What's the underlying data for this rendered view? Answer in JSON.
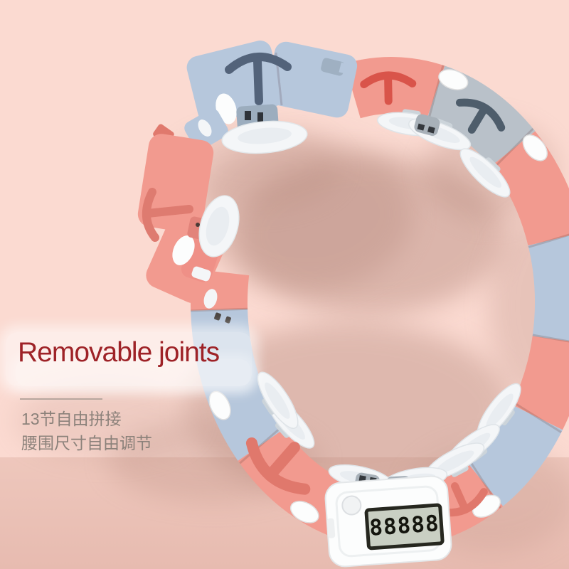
{
  "image_type": "product-photo",
  "overlay": {
    "headline": "Removable joints",
    "line1": "13节自由拼接",
    "line2": "腰围尺寸自由调节"
  },
  "product": {
    "description": "smart hula hoop with detachable joints, suction massage heads and step counter",
    "counter_display": "88888",
    "ring_segments": [
      {
        "start": 347,
        "end": 15,
        "color": "pink"
      },
      {
        "start": 15,
        "end": 45,
        "color": "blueGray"
      },
      {
        "start": 45,
        "end": 73,
        "color": "pink"
      },
      {
        "start": 73,
        "end": 100,
        "color": "blue"
      },
      {
        "start": 100,
        "end": 122,
        "color": "pink"
      },
      {
        "start": 122,
        "end": 147,
        "color": "blue"
      },
      {
        "start": 147,
        "end": 167,
        "color": "pink"
      },
      {
        "start": 167,
        "end": 196,
        "color": "blue"
      },
      {
        "start": 196,
        "end": 229,
        "color": "pink"
      },
      {
        "start": 229,
        "end": 268,
        "color": "blue"
      },
      {
        "start": 268,
        "end": 278,
        "color": "pink"
      }
    ],
    "seam_angles": [
      15,
      45,
      73,
      100,
      122,
      147,
      167,
      196,
      229,
      268
    ],
    "suction_cup_angles": [
      8,
      21,
      44,
      127,
      143,
      152,
      170,
      193,
      228,
      237
    ],
    "button_angles": [
      19,
      49,
      150,
      174,
      207,
      244
    ],
    "handle_slots": [
      {
        "angle": 359,
        "scale": 1.0,
        "color": "#d9544a"
      },
      {
        "angle": 31,
        "scale": 1.0,
        "color": "#4e5d6b"
      },
      {
        "angle": 156,
        "scale": 1.0,
        "color": "#e0786c"
      },
      {
        "angle": 221,
        "scale": 1.45,
        "color": "#e0786c"
      }
    ],
    "nub_angles": [
      15,
      177,
      190
    ],
    "floating_segment_count": 2
  },
  "palette": {
    "bg_top": "#fbdad1",
    "bg_bottom1": "#eec7bc",
    "bg_bottom2": "#e7bbb0",
    "pink": "#f29a8f",
    "pink_shade": "#e8897e",
    "pink_slot": "#de7b70",
    "blue": "#b6c7dc",
    "blue_gray": "#b9c1c9",
    "blue_slot": "#53637a",
    "mech_blue": "#9cadbe",
    "mech_pink": "#e2837a",
    "cup_white": "#f4f6f8",
    "cup_inner": "#e9edf1",
    "button_white": "#fcfdfd",
    "shadow": "#b08377",
    "headline": "#9e2227",
    "subtext": "#8b817a",
    "divider": "#b7a69e",
    "band": "rgba(255,255,255,0.52)",
    "counter_body": "#fcfdfd",
    "lcd_bg": "#c9cfc3",
    "lcd_frame": "#26271f",
    "lcd_digits": "#14150e"
  }
}
